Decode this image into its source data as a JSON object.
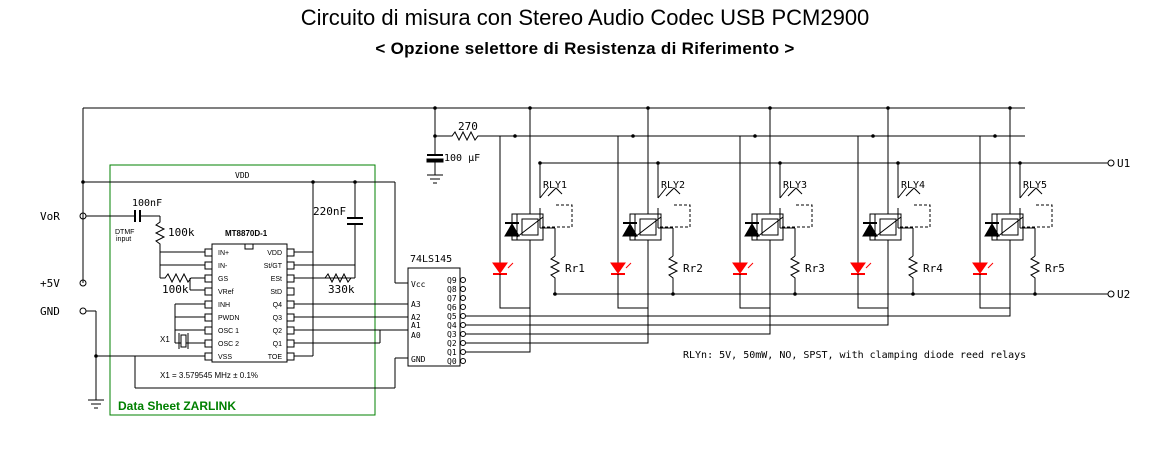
{
  "title": "Circuito di misura con Stereo Audio Codec USB PCM2900",
  "subtitle": "< Opzione selettore di Resistenza di Riferimento >",
  "inputs": {
    "vor": "VoR",
    "plus5v": "+5V",
    "gnd": "GND",
    "dtmf": "DTMF",
    "input": "input"
  },
  "outputs": {
    "u1": "U1",
    "u2": "U2"
  },
  "components": {
    "c_in": "100nF",
    "r_in": "100k",
    "r_fb": "100k",
    "c_dec": "220nF",
    "r_gs": "330k",
    "r_led": "270",
    "c_bulk": "100 µF",
    "vdd": "VDD",
    "x1_ref": "X1",
    "x1_spec": "X1 = 3.579545 MHz ± 0.1%",
    "datasheet": "Data Sheet ZARLINK"
  },
  "mt8870": {
    "name": "MT8870D-1",
    "left_pins": [
      "IN+",
      "IN-",
      "GS",
      "VRef",
      "INH",
      "PWDN",
      "OSC 1",
      "OSC 2",
      "VSS"
    ],
    "right_pins": [
      "VDD",
      "St/GT",
      "ESt",
      "StD",
      "Q4",
      "Q3",
      "Q2",
      "Q1",
      "TOE"
    ]
  },
  "ls145": {
    "name": "74LS145",
    "vcc": "Vcc",
    "gnd": "GND",
    "inputs": [
      "A3",
      "A2",
      "A1",
      "A0"
    ],
    "outputs": [
      "Q9",
      "Q8",
      "Q7",
      "Q6",
      "Q5",
      "Q4",
      "Q3",
      "Q2",
      "Q1",
      "Q0"
    ]
  },
  "relays": [
    {
      "name": "RLY1",
      "resistor": "Rr1"
    },
    {
      "name": "RLY2",
      "resistor": "Rr2"
    },
    {
      "name": "RLY3",
      "resistor": "Rr3"
    },
    {
      "name": "RLY4",
      "resistor": "Rr4"
    },
    {
      "name": "RLY5",
      "resistor": "Rr5"
    }
  ],
  "note": "RLYn: 5V, 50mW, NO, SPST, with clamping diode reed relays",
  "colors": {
    "wire": "#000000",
    "box": "#008000",
    "led": "#ff0000",
    "text": "#000000"
  }
}
